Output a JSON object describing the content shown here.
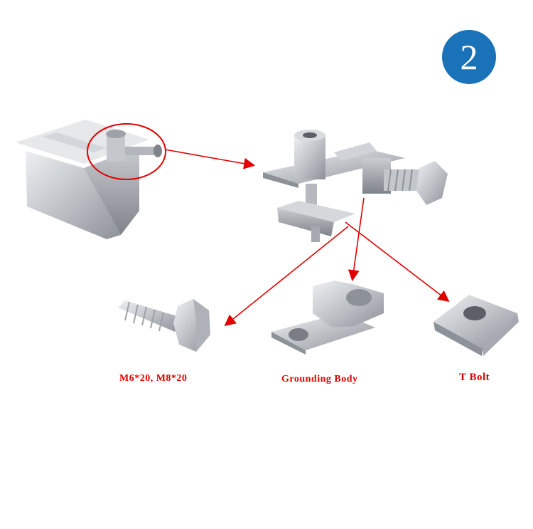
{
  "badge": {
    "number": "2",
    "color": "#1a73b8"
  },
  "labels": {
    "hex_bolt": "M6*20, M8*20",
    "grounding_body": "Grounding Body",
    "t_bolt": "T Bolt"
  },
  "colors": {
    "arrow": "#e10000",
    "metal": "#b8bcc2"
  }
}
